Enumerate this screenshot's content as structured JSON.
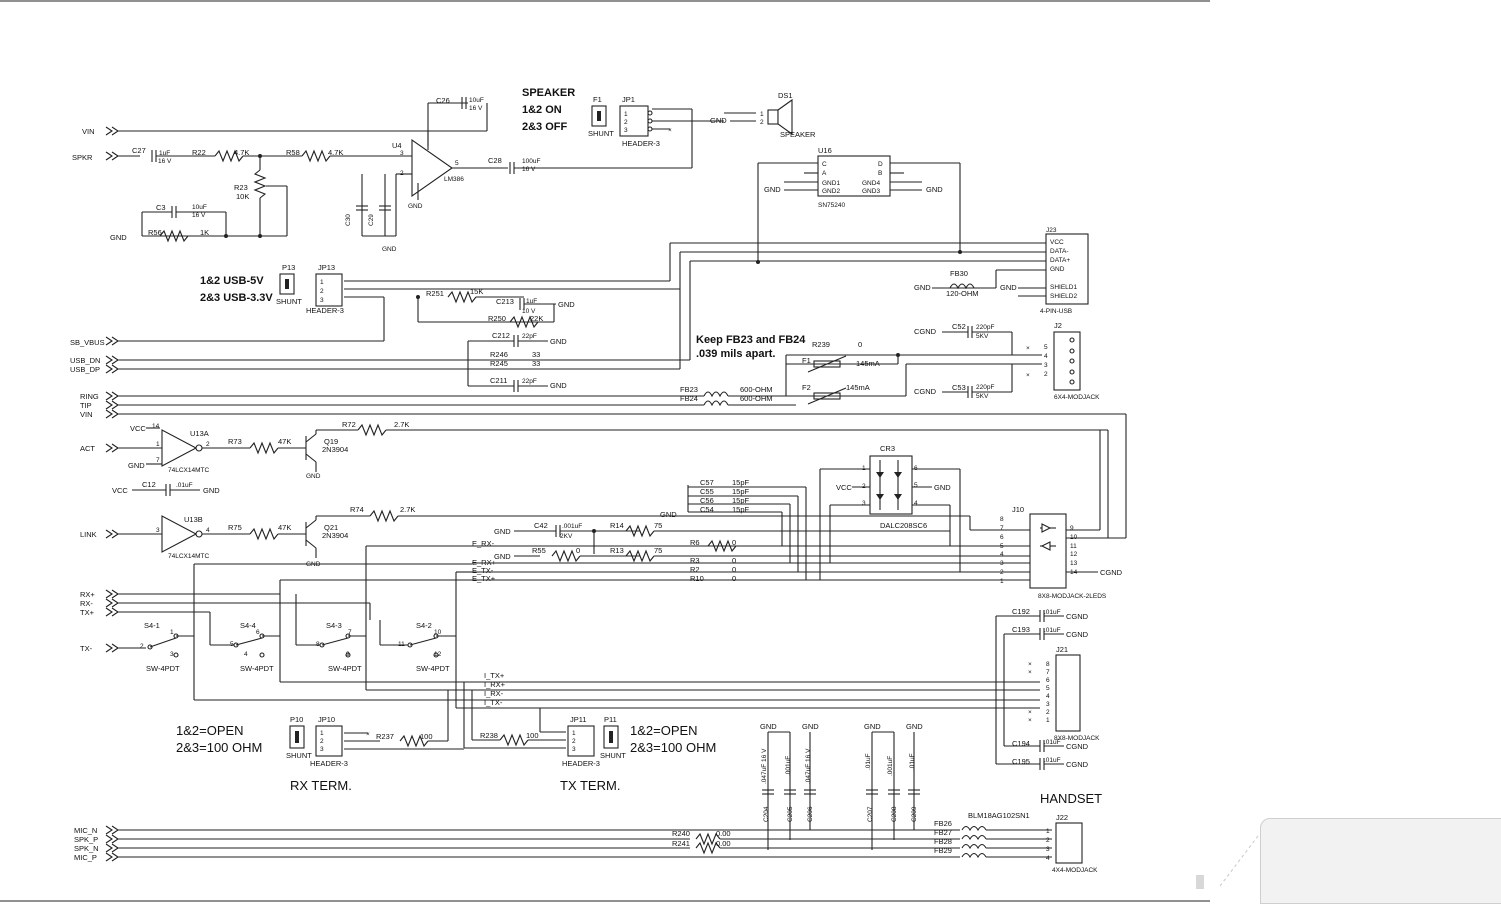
{
  "notes": {
    "speaker_title": "SPEAKER",
    "speaker_opt1": "1&2 ON",
    "speaker_opt2": "2&3 OFF",
    "usb_opt1": "1&2 USB-5V",
    "usb_opt2": "2&3 USB-3.3V",
    "fb_note1": "Keep FB23 and FB24",
    "fb_note2": ".039 mils apart.",
    "rx_opt1": "1&2=OPEN",
    "rx_opt2": "2&3=100 OHM",
    "rx_term": "RX TERM.",
    "tx_opt1": "1&2=OPEN",
    "tx_opt2": "2&3=100 OHM",
    "tx_term": "TX TERM.",
    "handset": "HANDSET"
  },
  "nets": {
    "vin": "VIN",
    "spkr": "SPKR",
    "gnd": "GND",
    "sb_vbus": "SB_VBUS",
    "usb_dn": "USB_DN",
    "usb_dp": "USB_DP",
    "ring": "RING",
    "tip": "TIP",
    "act": "ACT",
    "vcc": "VCC",
    "link": "LINK",
    "rxp": "RX+",
    "rxn": "RX-",
    "txp": "TX+",
    "txn": "TX-",
    "cgnd": "CGND",
    "mic_n": "MIC_N",
    "spk_p": "SPK_P",
    "spk_n": "SPK_N",
    "mic_p": "MIC_P",
    "e_rxn": "E_RX-",
    "e_rxp": "E_RX+",
    "e_txn": "E_TX-",
    "e_txp": "E_TX+",
    "i_txp": "I_TX+",
    "i_rxp": "I_RX+",
    "i_rxn": "I_RX-",
    "i_txn": "I_TX-"
  },
  "parts": {
    "u4": "U4",
    "u4_val": "LM386",
    "c26": "C26",
    "c26_val": "10uF",
    "c26_v": "16 V",
    "c27": "C27",
    "c27_val": "1uF",
    "c27_v": "16 V",
    "r22": "R22",
    "r22_val": "4.7K",
    "r58": "R58",
    "r58_val": "4.7K",
    "c28": "C28",
    "c28_val": "100uF",
    "c28_v": "16 V",
    "r23": "R23",
    "r23_val": "10K",
    "c3": "C3",
    "c3_val": "10uF",
    "c3_v": "16 V",
    "r56": "R56",
    "r56_val": "1K",
    "c30": "C30",
    "c29": "C29",
    "f1": "F1",
    "jp1": "JP1",
    "shunt": "SHUNT",
    "header3": "HEADER-3",
    "ds1": "DS1",
    "speaker": "SPEAKER",
    "u16": "U16",
    "u16_val": "SN75240",
    "j23": "J23",
    "j23_val": "4-PIN-USB",
    "fb30": "FB30",
    "fb30_val": "120-OHM",
    "p13": "P13",
    "jp13": "JP13",
    "r251": "R251",
    "r251_val": "15K",
    "c213": "C213",
    "c213_val": "1uF",
    "c213_v": "10 V",
    "r250": "R250",
    "r250_val": "22K",
    "c212": "C212",
    "c212_val": "22pF",
    "r246": "R246",
    "r246_val": "33",
    "r245": "R245",
    "r245_val": "33",
    "c211": "C211",
    "c211_val": "22pF",
    "r239": "R239",
    "r239_val": "0",
    "f1b": "F1",
    "f1b_val": "145mA",
    "f2": "F2",
    "f2_val": "145mA",
    "fb23": "FB23",
    "fb24": "FB24",
    "fb_val": "600-OHM",
    "c52": "C52",
    "c52_val": "220pF",
    "c52_v": "5KV",
    "c53": "C53",
    "c53_val": "220pF",
    "c53_v": "5KV",
    "j2": "J2",
    "j2_val": "6X4-MODJACK",
    "u13a": "U13A",
    "u13b": "U13B",
    "u13_val": "74LCX14MTC",
    "r73": "R73",
    "r73_val": "47K",
    "q19": "Q19",
    "q19_val": "2N3904",
    "r72": "R72",
    "r72_val": "2.7K",
    "c12": "C12",
    "c12_val": ".01uF",
    "r75": "R75",
    "r75_val": "47K",
    "q21": "Q21",
    "q21_val": "2N3904",
    "r74": "R74",
    "r74_val": "2.7K",
    "c57": "C57",
    "c55": "C55",
    "c56": "C56",
    "c54": "C54",
    "cap15": "15pF",
    "cr3": "CR3",
    "cr3_val": "DALC208SC6",
    "c42": "C42",
    "c42_val": ".001uF",
    "c42_v": "2KV",
    "r14": "R14",
    "r14_val": "75",
    "r55": "R55",
    "r55_val": "0",
    "r13": "R13",
    "r13_val": "75",
    "r6": "R6",
    "r6_val": "0",
    "r3": "R3",
    "r3_val": "0",
    "r2": "R2",
    "r2_val": "0",
    "r10": "R10",
    "r10_val": "0",
    "j10": "J10",
    "j10_val": "8X8-MODJACK-2LEDS",
    "s41": "S4-1",
    "s42": "S4-2",
    "s43": "S4-3",
    "s44": "S4-4",
    "sw": "SW-4PDT",
    "c192": "C192",
    "c193": "C193",
    "c194": "C194",
    "c195": "C195",
    "c01": ".01uF",
    "j21": "J21",
    "j21_val": "8X8-MODJACK",
    "p10": "P10",
    "jp10": "JP10",
    "r237": "R237",
    "r237_val": "100",
    "r238": "R238",
    "r238_val": "100",
    "jp11": "JP11",
    "p11": "P11",
    "c204": "C204",
    "c205": "C205",
    "c206": "C206",
    "c207": "C207",
    "c208": "C208",
    "c209": "C209",
    "c204_val": ".047uF 16 V",
    "c205_val": ".001uF",
    "c206_val": ".047uF 16 V",
    "c207_val": ".01uF",
    "c208_val": ".001uF",
    "c209_val": ".01uF",
    "blm": "BLM18AG102SN1",
    "r240": "R240",
    "r240_val": "0.00",
    "r241": "R241",
    "r241_val": "0.00",
    "fb26": "FB26",
    "fb27": "FB27",
    "fb28": "FB28",
    "fb29": "FB29",
    "j22": "J22",
    "j22_val": "4X4-MODJACK",
    "vcc_lbl": "VCC",
    "gnd4": "GND4",
    "gnd3": "GND3",
    "gnd1": "GND1",
    "gnd2": "GND2",
    "pin_vcc": "VCC",
    "pin_dm": "DATA-",
    "pin_dp": "DATA+",
    "pin_gnd": "GND",
    "pin_sh1": "SHIELD1",
    "pin_sh2": "SHIELD2",
    "pin_c": "C",
    "pin_a": "A",
    "pin_d": "D",
    "pin_b": "B"
  }
}
